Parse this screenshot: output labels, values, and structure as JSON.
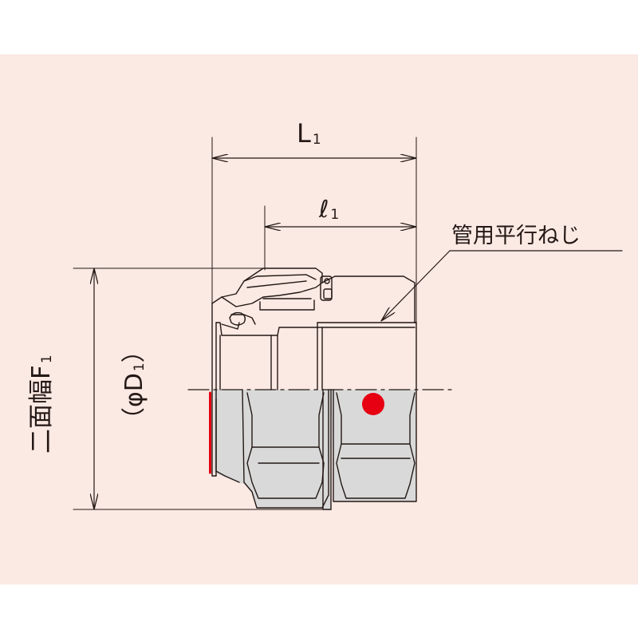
{
  "colors": {
    "background": "#fbe9e3",
    "metal_section": "#d9d9d9",
    "outline": "#231815",
    "marker": "#e60012",
    "seal_accent": "#e60012"
  },
  "dimensions": {
    "overall_length": {
      "symbol": "L",
      "subscript": "1"
    },
    "thread_length": {
      "symbol": "ℓ",
      "subscript": "1"
    },
    "hex_width_label": {
      "text": "二面幅F",
      "subscript": "1"
    },
    "diameter_label": {
      "open": "（",
      "symbol": "φD",
      "subscript": "1",
      "close": "）"
    }
  },
  "callouts": {
    "thread_type": "管用平行ねじ"
  },
  "markers": {
    "red_dot": "red-dot-marker"
  }
}
